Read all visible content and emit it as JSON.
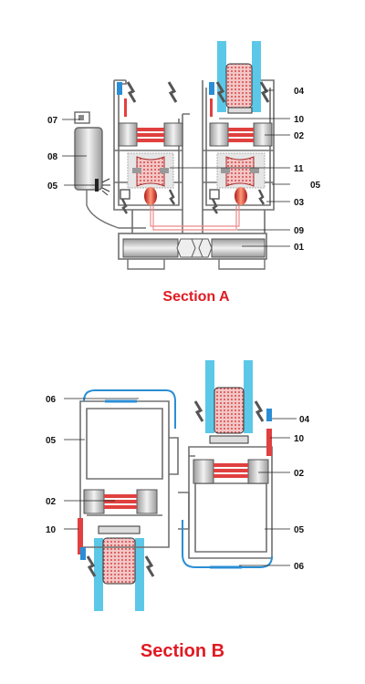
{
  "section_a": {
    "title": "Section A",
    "labels": {
      "l07": "07",
      "l08": "08",
      "l05_left": "05",
      "l04": "04",
      "l10": "10",
      "l02": "02",
      "l11": "11",
      "l05_right": "05",
      "l03": "03",
      "l09": "09",
      "l01": "01"
    }
  },
  "section_b": {
    "title": "Section B",
    "labels": {
      "l06_top": "06",
      "l05_left": "05",
      "l02_left": "02",
      "l10_left": "10",
      "l04": "04",
      "l10_right": "10",
      "l02_right": "02",
      "l05_right": "05",
      "l06_bottom": "06"
    }
  },
  "colors": {
    "glass": "#5cc8e8",
    "insulation": "#ec4a4a",
    "gasket": "#e88a8a",
    "frame": "#707070",
    "blue_profile": "#2a8ed6",
    "title": "#e01a22"
  }
}
